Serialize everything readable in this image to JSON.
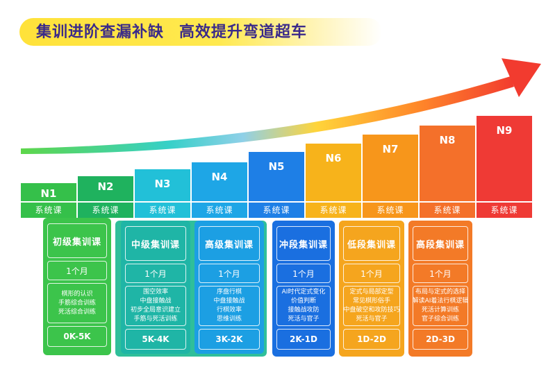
{
  "header": {
    "title_left": "集训进阶查漏补缺",
    "title_right": "高效提升弯道超车"
  },
  "levels": [
    {
      "name": "N1",
      "sys": "系统课",
      "color": "#35c04a"
    },
    {
      "name": "N2",
      "sys": "系统课",
      "color": "#1fb25e"
    },
    {
      "name": "N3",
      "sys": "系统课",
      "color": "#22c0d8"
    },
    {
      "name": "N4",
      "sys": "系统课",
      "color": "#1ea6e6"
    },
    {
      "name": "N5",
      "sys": "系统课",
      "color": "#1e7fe6"
    },
    {
      "name": "N6",
      "sys": "系统课",
      "color": "#f7b31b"
    },
    {
      "name": "N7",
      "sys": "系统课",
      "color": "#f7961b"
    },
    {
      "name": "N8",
      "sys": "系统课",
      "color": "#f4702a"
    },
    {
      "name": "N9",
      "sys": "系统课",
      "color": "#ef3a35"
    }
  ],
  "courses": [
    {
      "title": "初级集训课",
      "duration": "1个月",
      "desc": [
        "棋形的认识",
        "手筋综合训练",
        "死活综合训练"
      ],
      "range": "0K-5K"
    },
    {
      "title": "中级集训课",
      "duration": "1个月",
      "desc": [
        "围空效率",
        "中盘接触战",
        "初步全局意识建立",
        "手筋与死活训练"
      ],
      "range": "5K-4K"
    },
    {
      "title": "高级集训课",
      "duration": "1个月",
      "desc": [
        "序盘行棋",
        "中盘接触战",
        "行棋效率",
        "思维训练"
      ],
      "range": "3K-2K"
    },
    {
      "title": "冲段集训课",
      "duration": "1个月",
      "desc": [
        "AI时代定式变化",
        "价值判断",
        "接触战攻防",
        "死活与官子"
      ],
      "range": "2K-1D"
    },
    {
      "title": "低段集训课",
      "duration": "1个月",
      "desc": [
        "定式与局部定型",
        "常见棋形俗手",
        "中盘破空和攻防技巧",
        "死活与官子"
      ],
      "range": "1D-2D"
    },
    {
      "title": "高段集训课",
      "duration": "1个月",
      "desc": [
        "布局与定式的选择",
        "解读AI着法行棋逻辑",
        "死活计算训练",
        "官子综合训练"
      ],
      "range": "2D-3D"
    }
  ]
}
